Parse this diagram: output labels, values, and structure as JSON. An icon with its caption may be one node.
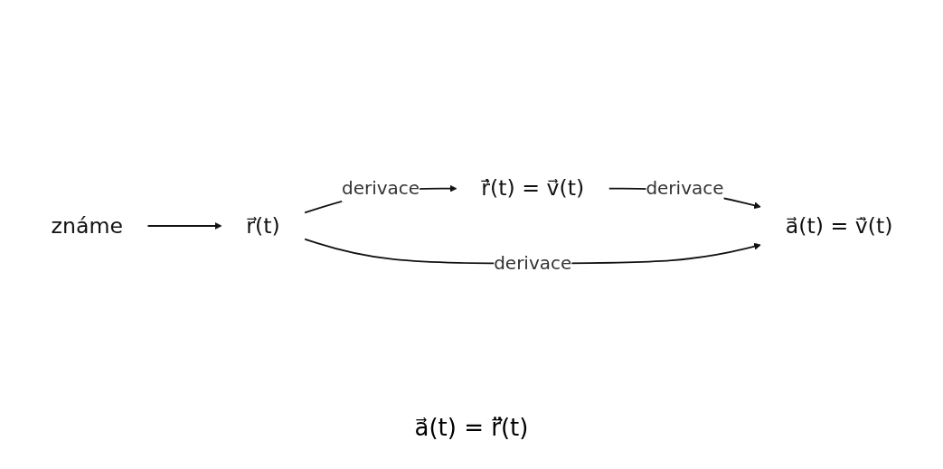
{
  "diagram": {
    "nodes": [
      {
        "text": [
          "r⃗(t)"
        ]
      },
      {
        "text": [
          "ṙ⃗(t) = v⃗(t)"
        ]
      },
      {
        "text": [
          "a⃗(t) = v̇⃗(t)"
        ]
      },
      {
        "text": [
          "známe"
        ]
      }
    ],
    "edges": [
      {
        "from": 3,
        "to": 0,
        "arrow": "to"
      },
      {
        "from": 0,
        "to": 1,
        "arrow": "to",
        "label": "derivace"
      },
      {
        "from": 1,
        "to": 2,
        "arrow": "to",
        "label": "derivace"
      },
      {
        "from": 0,
        "to": 2,
        "arrow": "to",
        "label": "derivace"
      }
    ],
    "labels": [
      "a⃗(t) = r̈⃗(t)"
    ]
  }
}
